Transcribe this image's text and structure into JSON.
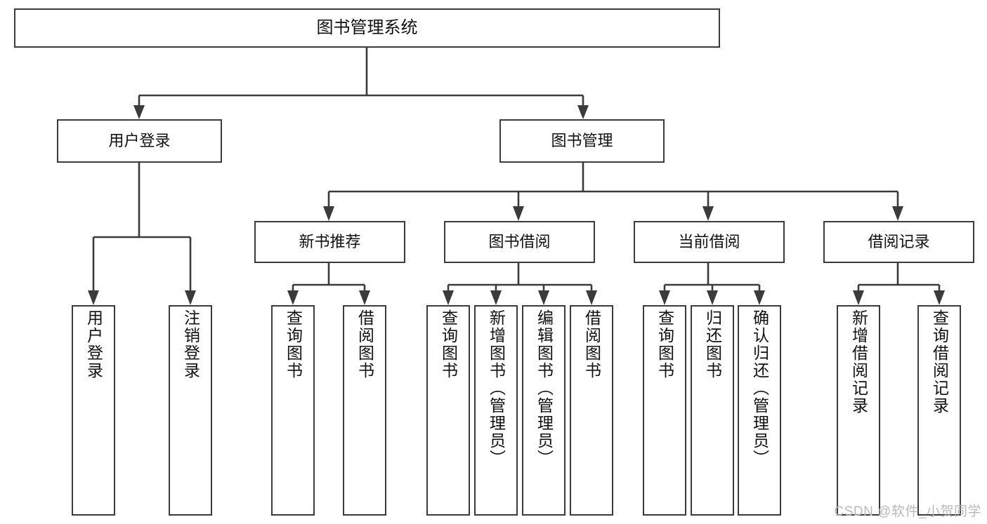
{
  "diagram": {
    "title": "图书管理系统",
    "type": "tree",
    "watermark": "CSDN @软件_小贺同学",
    "colors": {
      "border": "#3b3b3b",
      "fill": "#ffffff",
      "text": "#111111",
      "watermark": "#b9b9b9"
    },
    "root": {
      "label": "图书管理系统"
    },
    "level2": [
      {
        "label": "用户登录"
      },
      {
        "label": "图书管理"
      }
    ],
    "level3": [
      {
        "label": "新书推荐"
      },
      {
        "label": "图书借阅"
      },
      {
        "label": "当前借阅"
      },
      {
        "label": "借阅记录"
      }
    ],
    "leaves": {
      "user_login": [
        {
          "label": "用户登录"
        },
        {
          "label": "注销登录"
        }
      ],
      "new_book_recommend": [
        {
          "label": "查询图书"
        },
        {
          "label": "借阅图书"
        }
      ],
      "book_borrow": [
        {
          "label": "查询图书"
        },
        {
          "label": "新增图书（管理员）"
        },
        {
          "label": "编辑图书（管理员）"
        },
        {
          "label": "借阅图书"
        }
      ],
      "current_borrow": [
        {
          "label": "查询图书"
        },
        {
          "label": "归还图书"
        },
        {
          "label": "确认归还（管理员）"
        }
      ],
      "borrow_record": [
        {
          "label": "新增借阅记录"
        },
        {
          "label": "查询借阅记录"
        }
      ]
    }
  }
}
